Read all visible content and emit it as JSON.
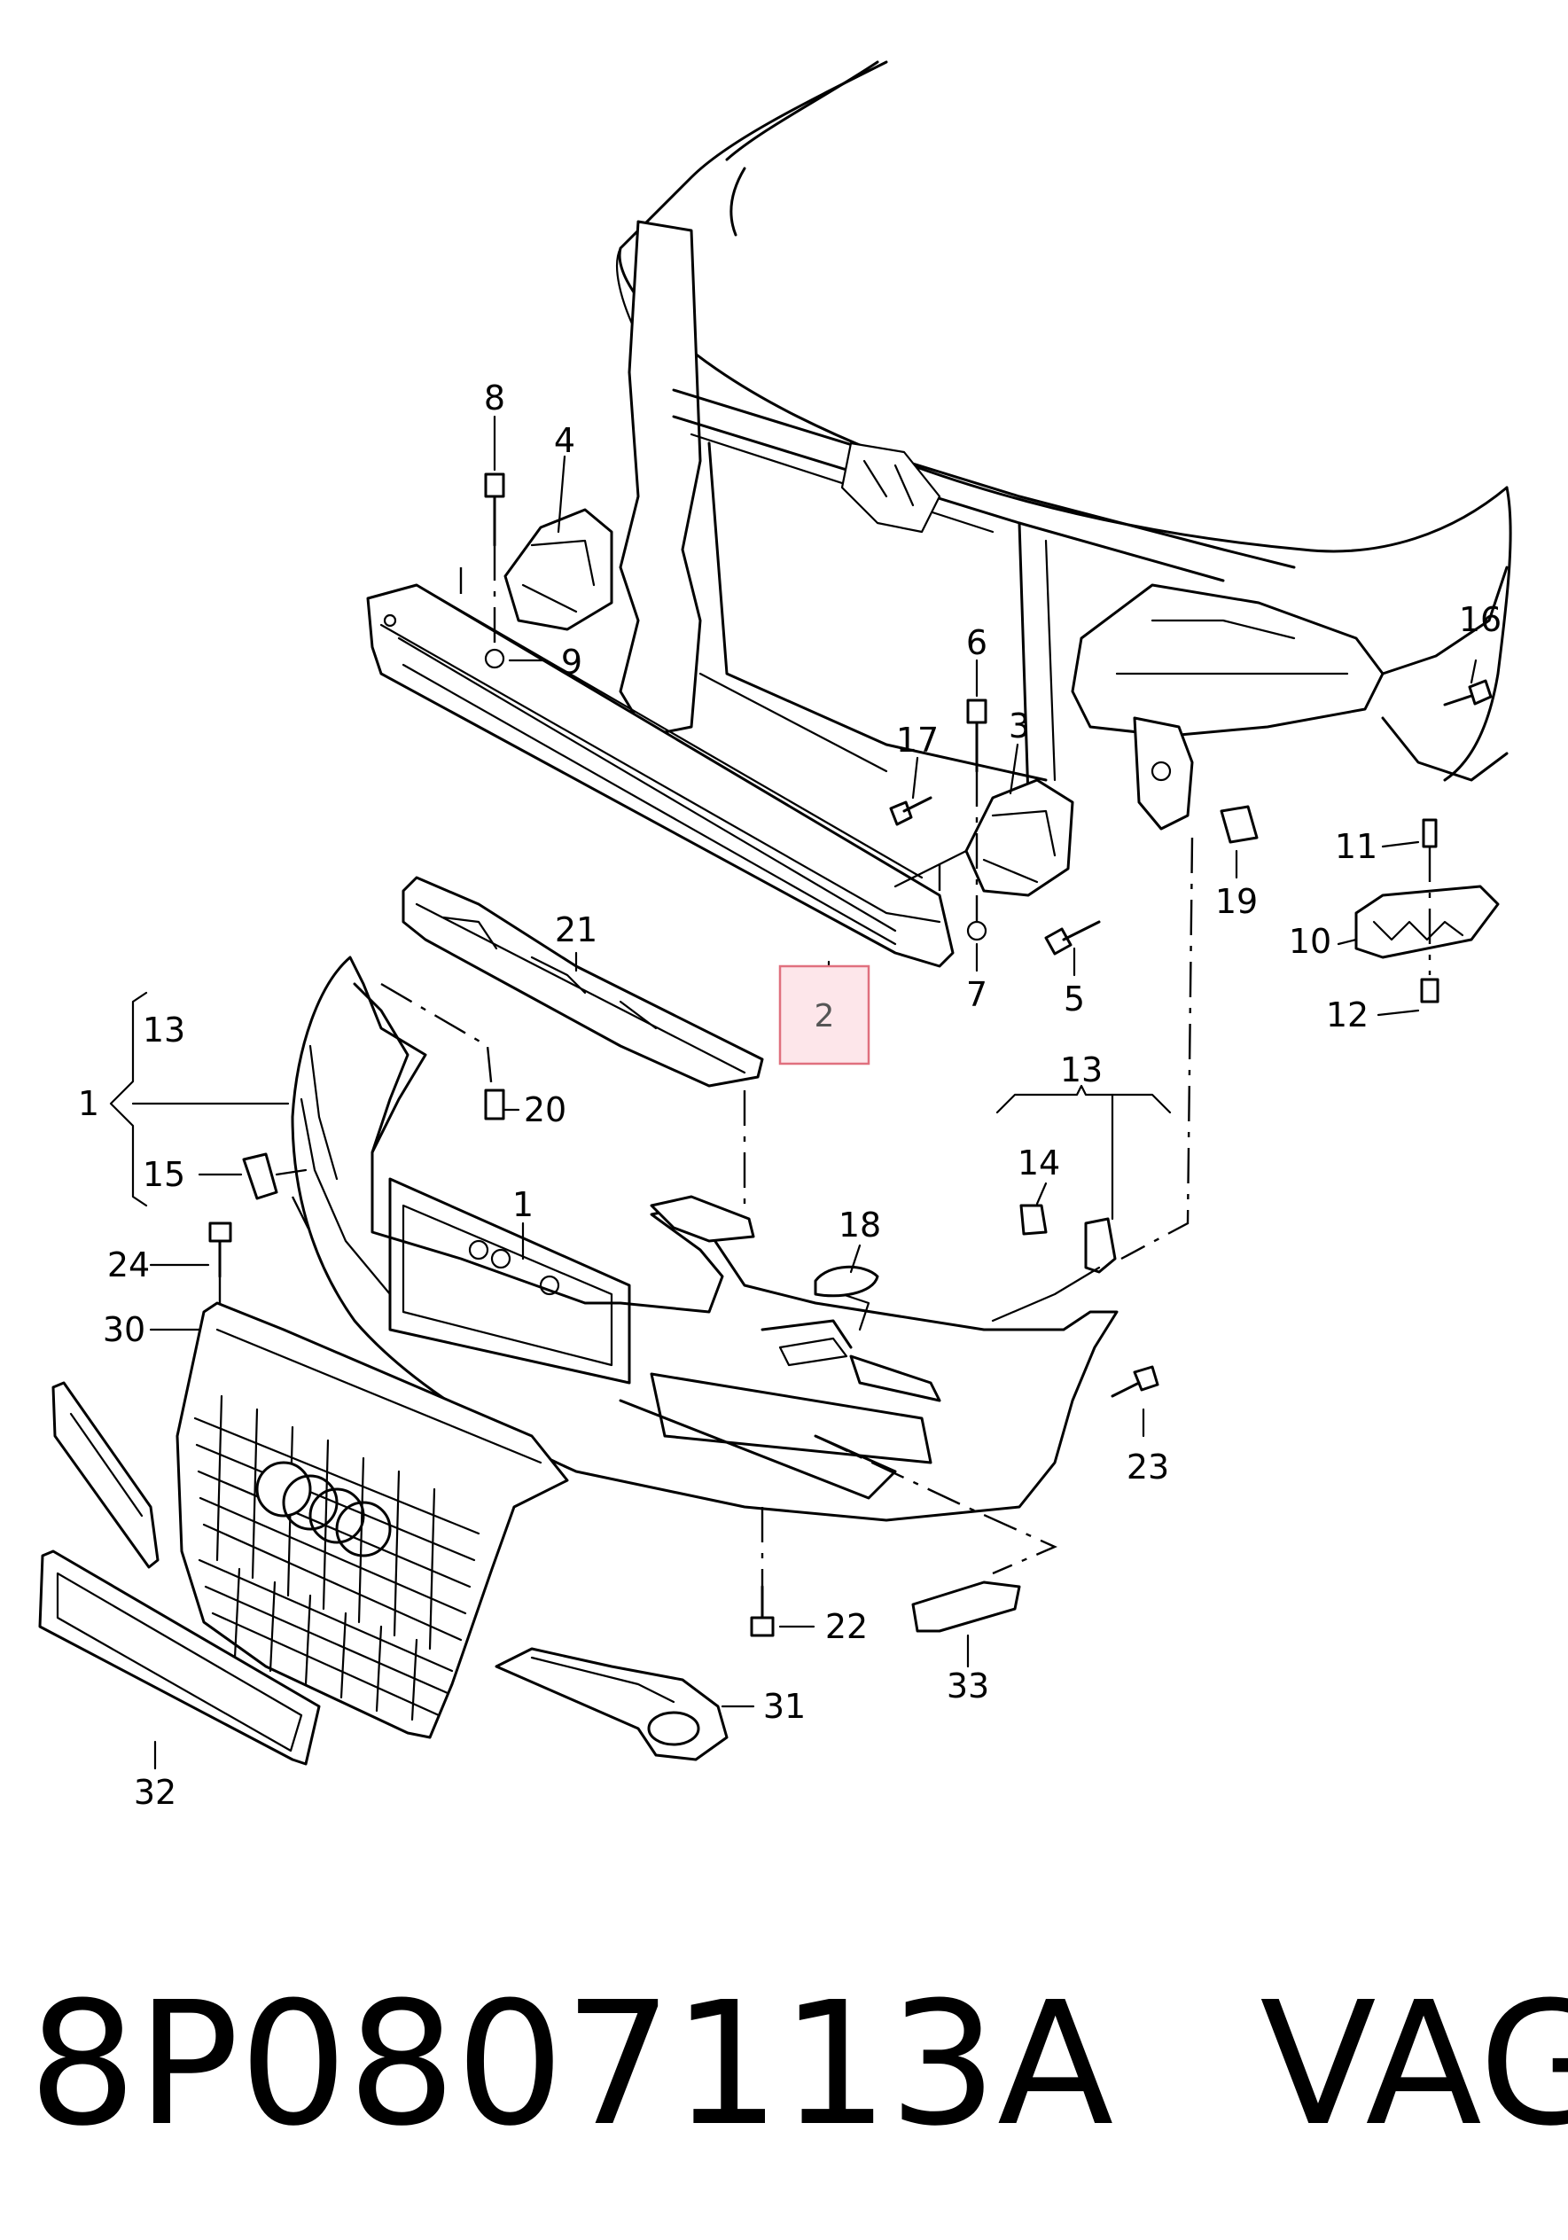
{
  "diagram": {
    "type": "exploded parts diagram",
    "callouts": {
      "c1a": "1",
      "c1b": "1",
      "c2": "2",
      "c3": "3",
      "c4": "4",
      "c5": "5",
      "c6": "6",
      "c7": "7",
      "c8": "8",
      "c9": "9",
      "c10": "10",
      "c11": "11",
      "c12": "12",
      "c13a": "13",
      "c13b": "13",
      "c14": "14",
      "c15": "15",
      "c16": "16",
      "c17": "17",
      "c18": "18",
      "c19": "19",
      "c20": "20",
      "c21": "21",
      "c22": "22",
      "c23": "23",
      "c24": "24",
      "c30": "30",
      "c31": "31",
      "c32": "32",
      "c33": "33"
    },
    "highlighted_callout": "2",
    "highlight_color": "#fde6ea",
    "highlight_border": "#e0707e"
  },
  "footer": {
    "part_number": "8P0807113A",
    "brand": "VAG"
  }
}
